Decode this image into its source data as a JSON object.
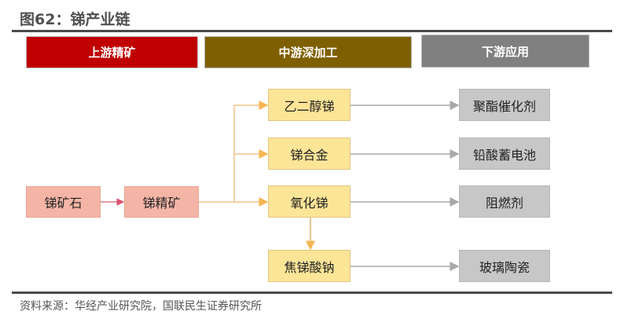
{
  "title": "图62：锑产业链",
  "headers": {
    "upstream": "上游精矿",
    "midstream": "中游深加工",
    "downstream": "下游应用"
  },
  "colors": {
    "upstream": "#c00000",
    "midstream": "#7f6000",
    "downstream": "#808080"
  },
  "upstream_nodes": [
    "锑矿石",
    "锑精矿"
  ],
  "midstream_nodes": [
    "乙二醇锑",
    "锑合金",
    "氧化锑",
    "焦锑酸钠"
  ],
  "downstream_nodes": [
    "聚酯催化剂",
    "铅酸蓄电池",
    "阻燃剂",
    "玻璃陶瓷"
  ],
  "source": "资料来源：华经产业研究院，国联民生证券研究所"
}
